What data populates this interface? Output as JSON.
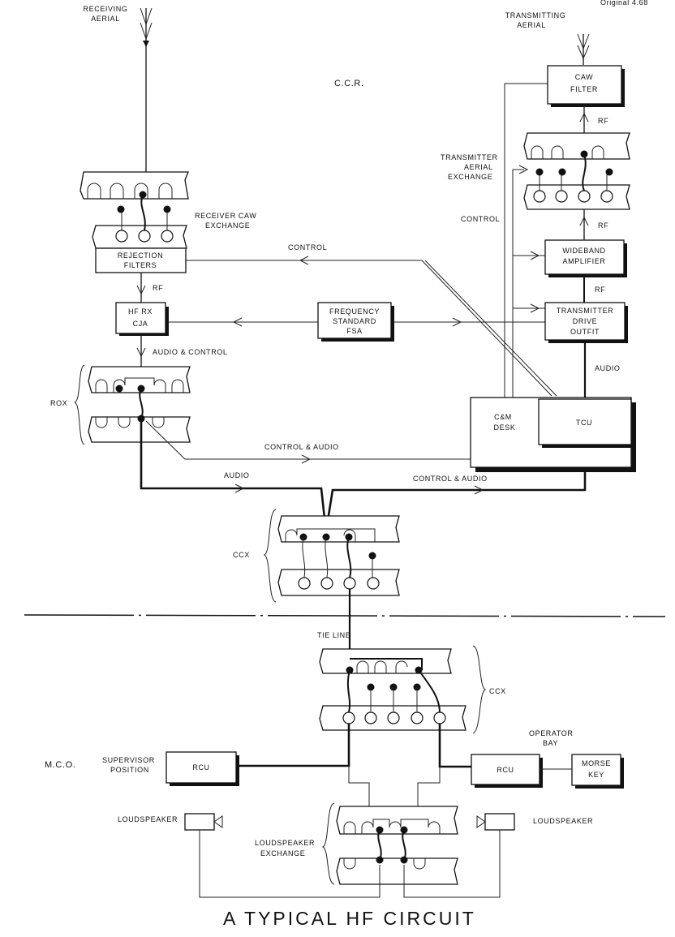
{
  "header": {
    "receiving_aerial": [
      "RECEIVING",
      "AERIAL"
    ],
    "transmitting_aerial": [
      "TRANSMITTING",
      "AERIAL"
    ],
    "corner_note": "Original 4.68",
    "ccr": "C.C.R.",
    "mco": "M.C.O."
  },
  "boxes": {
    "caw_filter": [
      "CAW",
      "FILTER"
    ],
    "rejection_filters": [
      "REJECTION",
      "FILTERS"
    ],
    "hf_rx": [
      "HF RX",
      "CJA"
    ],
    "frequency_standard": [
      "FREQUENCY",
      "STANDARD",
      "FSA"
    ],
    "wideband_amplifier": [
      "WIDEBAND",
      "AMPLIFIER"
    ],
    "transmitter_drive": [
      "TRANSMITTER",
      "DRIVE",
      "OUTFIT"
    ],
    "cm_desk": [
      "C&M",
      "DESK"
    ],
    "tcu": "TCU",
    "rcu_supervisor": "RCU",
    "rcu_operator": "RCU",
    "morse_key": [
      "MORSE",
      "KEY"
    ]
  },
  "labels": {
    "transmitter_aerial_exchange": [
      "TRANSMITTER",
      "AERIAL",
      "EXCHANGE"
    ],
    "receiver_caw_exchange": [
      "RECEIVER  CAW",
      "EXCHANGE"
    ],
    "control_top": "CONTROL",
    "control_left": "CONTROL",
    "rf_1": "RF",
    "rf_2": "RF",
    "rf_3": "RF",
    "rf_4": "RF",
    "audio_control": "AUDIO & CONTROL",
    "audio_right": "AUDIO",
    "rox": "ROX",
    "control_audio_1": "CONTROL & AUDIO",
    "audio_2": "AUDIO",
    "control_audio_2": "CONTROL & AUDIO",
    "ccx_upper": "CCX",
    "ccx_lower": "CCX",
    "tie_line": "TIE LINE",
    "supervisor_position": [
      "SUPERVISOR",
      "POSITION"
    ],
    "operator_bay": [
      "OPERATOR",
      "BAY"
    ],
    "loudspeaker_left": "LOUDSPEAKER",
    "loudspeaker_right": "LOUDSPEAKER",
    "loudspeaker_exchange": [
      "LOUDSPEAKER",
      "EXCHANGE"
    ]
  },
  "title": "A TYPICAL HF CIRCUIT"
}
